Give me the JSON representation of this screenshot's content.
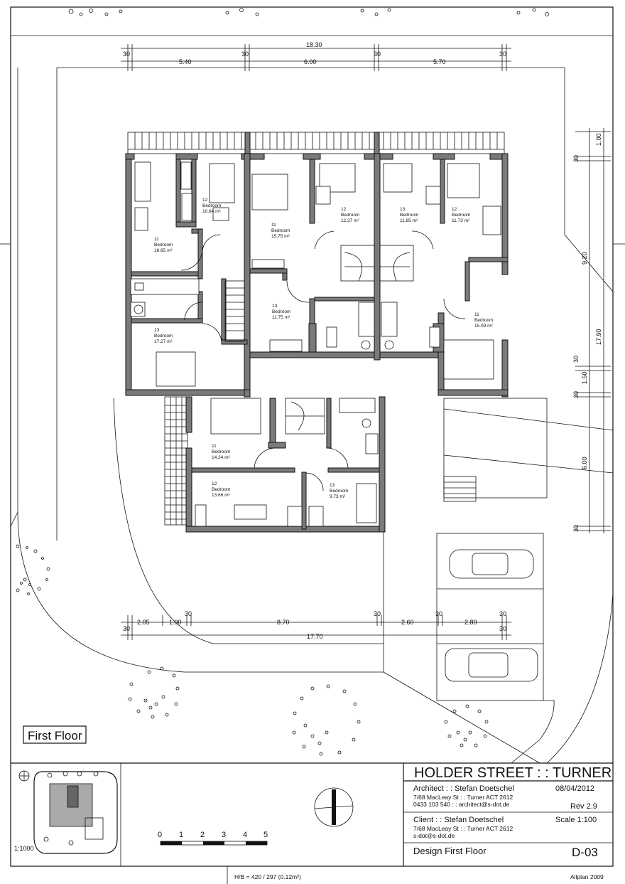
{
  "drawing": {
    "floor_label": "First Floor",
    "dims_top": {
      "overall": "18.30",
      "seg1": "5.40",
      "seg2": "6.00",
      "seg3": "5.70",
      "wall": "30"
    },
    "dims_right": {
      "a": "1.00",
      "b": "9.20",
      "c": "1.50",
      "d": "6.00",
      "overall": "17.90",
      "wall": "30"
    },
    "dims_bottom": {
      "a": "2.05",
      "b": "1.00",
      "c": "8.70",
      "d": "2.60",
      "e": "2.80",
      "overall": "17.70",
      "wall": "30"
    },
    "rooms": [
      {
        "num": "12",
        "name": "Bedroom",
        "area": "10.64 m²"
      },
      {
        "num": "11",
        "name": "Bedroom",
        "area": "16.65 m²"
      },
      {
        "num": "13",
        "name": "Bedroom",
        "area": "17.27 m²"
      },
      {
        "num": "11",
        "name": "Bedroom",
        "area": "15.75 m²"
      },
      {
        "num": "13",
        "name": "Bedroom",
        "area": "11.75 m²"
      },
      {
        "num": "12",
        "name": "Bedroom",
        "area": "12.37 m²"
      },
      {
        "num": "13",
        "name": "Bedroom",
        "area": "11.85 m²"
      },
      {
        "num": "12",
        "name": "Bedroom",
        "area": "11.73 m²"
      },
      {
        "num": "11",
        "name": "Bedroom",
        "area": "15.09 m²"
      },
      {
        "num": "11",
        "name": "Bedroom",
        "area": "14.24 m²"
      },
      {
        "num": "12",
        "name": "Bedroom",
        "area": "13.66 m²"
      },
      {
        "num": "13",
        "name": "Bedroom",
        "area": "9.73 m²"
      }
    ]
  },
  "title_block": {
    "project": "HOLDER STREET : : TURNER",
    "architect_line1": "Architect : : Stefan Doetschel",
    "architect_line2": "7/68 MacLeay St : : Turner ACT 2612",
    "architect_line3": "0433 103 540 : :  architect@s-dot.de",
    "date": "08/04/2012",
    "rev": "Rev 2.9",
    "client_line1": "Client : :  Stefan Doetschel",
    "client_line2": "7/68 MacLeay St : : Turner ACT 2612",
    "client_line3": "s-dot@s-dot.de",
    "scale": "Scale 1:100",
    "drawing_name": "Design First Floor",
    "drawing_no": "D-03",
    "site_scale": "1:1000",
    "scale_bar": [
      "0",
      "1",
      "2",
      "3",
      "4",
      "5"
    ]
  },
  "footer": {
    "format": "H/B = 420 / 297 (0.12m²)",
    "software": "Allplan 2009"
  }
}
